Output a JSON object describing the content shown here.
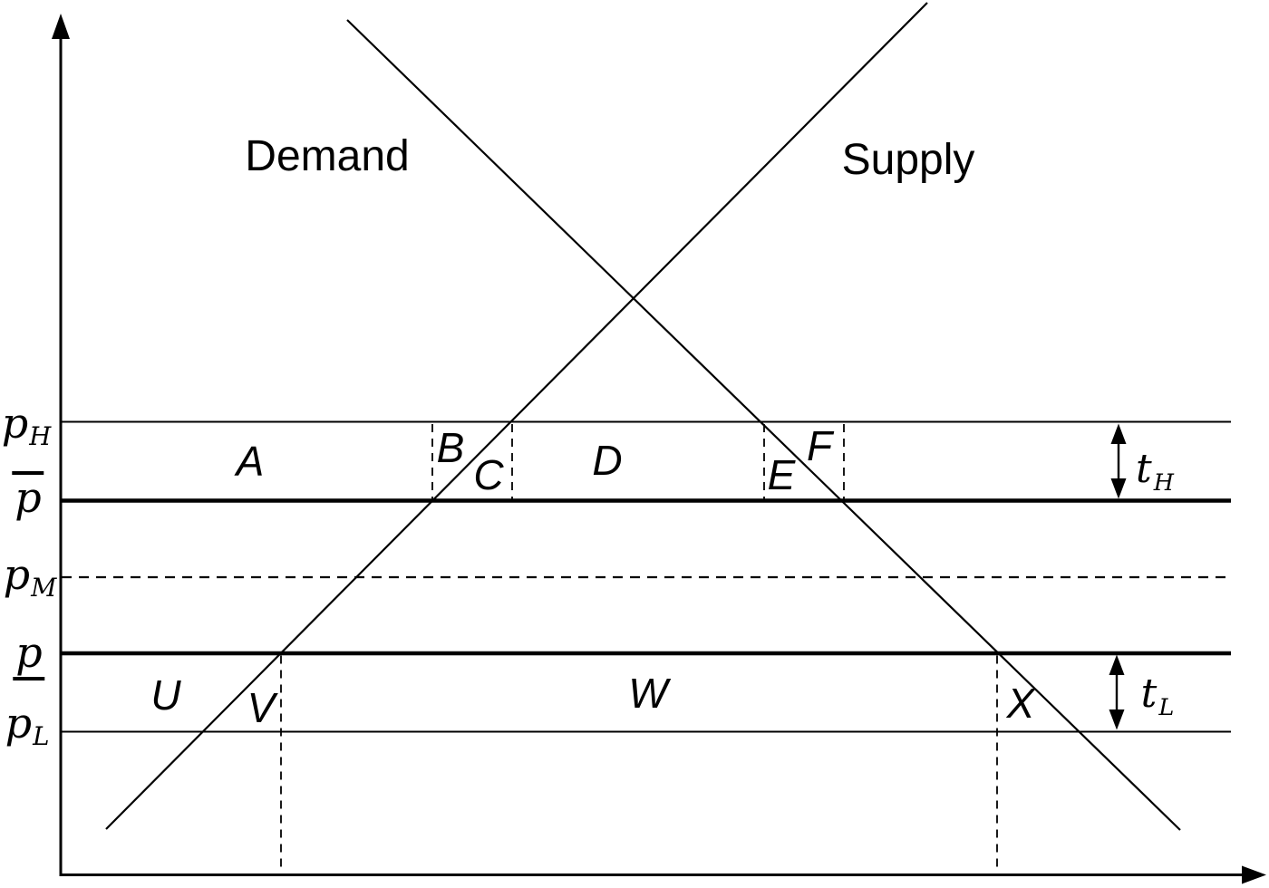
{
  "figure_labels": {
    "demand": "Demand",
    "supply": "Supply"
  },
  "y_axis": {
    "labels": [
      {
        "base": "p",
        "sub": "H",
        "decoration": "none",
        "symbol": "p_H",
        "line_style": "thin-solid"
      },
      {
        "base": "p",
        "sub": "",
        "decoration": "overline",
        "symbol": "p-bar",
        "line_style": "thick-solid"
      },
      {
        "base": "p",
        "sub": "M",
        "decoration": "none",
        "symbol": "p_M",
        "line_style": "dashed"
      },
      {
        "base": "p",
        "sub": "",
        "decoration": "underline",
        "symbol": "p-underbar",
        "line_style": "thick-solid"
      },
      {
        "base": "p",
        "sub": "L",
        "decoration": "none",
        "symbol": "p_L",
        "line_style": "thin-solid"
      }
    ]
  },
  "regions": {
    "upper": [
      "A",
      "B",
      "C",
      "D",
      "E",
      "F"
    ],
    "lower": [
      "U",
      "V",
      "W",
      "X"
    ]
  },
  "tax_arrows": [
    {
      "base": "t",
      "sub": "H"
    },
    {
      "base": "t",
      "sub": "L"
    }
  ],
  "colors": {
    "line": "#000000",
    "background": "#ffffff"
  }
}
